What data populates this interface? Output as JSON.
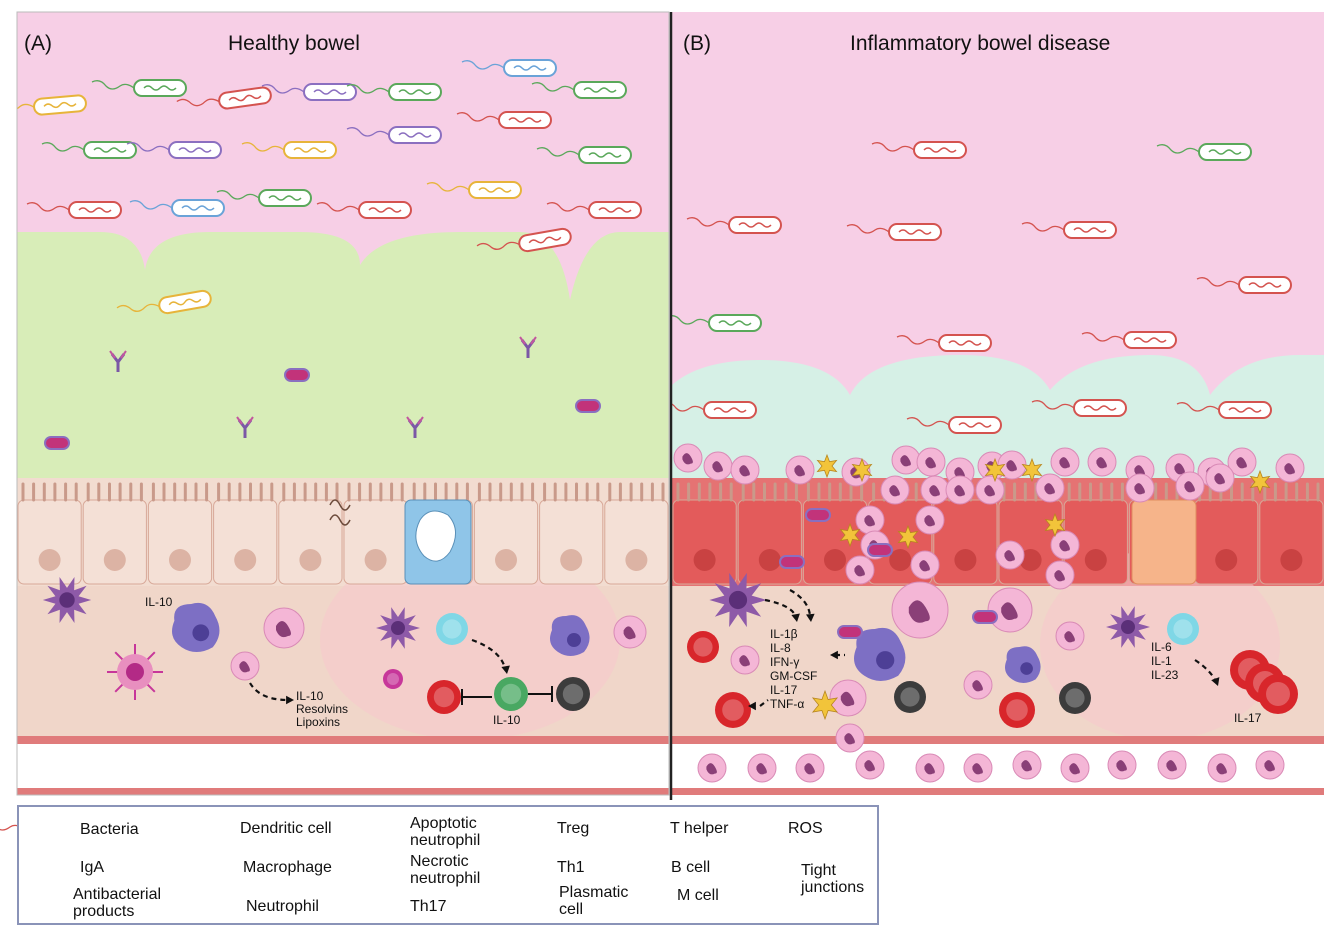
{
  "panels": {
    "a": {
      "tag": "(A)",
      "title": "Healthy bowel"
    },
    "b": {
      "tag": "(B)",
      "title": "Inflammatory bowel disease"
    }
  },
  "labels": {
    "a_il10_top": "IL-10",
    "a_il10_res": "IL-10",
    "a_resolvins": "Resolvins",
    "a_lipoxins": "Lipoxins",
    "a_il10_treg": "IL-10",
    "b_cytokines": [
      "IL-1β",
      "IL-8",
      "IFN-γ",
      "GM-CSF",
      "IL-17",
      "TNF-α"
    ],
    "b_th_cytokines": [
      "IL-6",
      "IL-1",
      "IL-23"
    ],
    "b_il17": "IL-17"
  },
  "legend": {
    "bacteria": "Bacteria",
    "iga": "IgA",
    "antibacterial_1": "Antibacterial",
    "antibacterial_2": "products",
    "dendritic": "Dendritic cell",
    "macrophage": "Macrophage",
    "neutrophil": "Neutrophil",
    "apoptotic_1": "Apoptotic",
    "apoptotic_2": "neutrophil",
    "necrotic_1": "Necrotic",
    "necrotic_2": "neutrophil",
    "th17": "Th17",
    "treg": "Treg",
    "th1": "Th1",
    "plasmatic_1": "Plasmatic",
    "plasmatic_2": "cell",
    "thelper": "T helper",
    "bcell": "B cell",
    "mcell": "M cell",
    "ros": "ROS",
    "tight_1": "Tight",
    "tight_2": "junctions"
  },
  "colors": {
    "lumen": "#f7cfe6",
    "mucus_healthy": "#d8edb8",
    "mucus_ibd": "#d6f0e6",
    "epithelium_healthy": "#f2dcd0",
    "epithelium_ibd": "#e57373",
    "lamina": "#f0d6c9",
    "neutrophil": "#f4b6d6",
    "th17": "#d8262b",
    "treg": "#49a862",
    "th1": "#3c3c3c",
    "thelper": "#7fd7e6",
    "bcell": "#c7379a",
    "dendritic": "#8e5aa8",
    "macrophage": "#7d6fc4",
    "ros": "#f2c43a",
    "mcell": "#8fc5e8"
  }
}
